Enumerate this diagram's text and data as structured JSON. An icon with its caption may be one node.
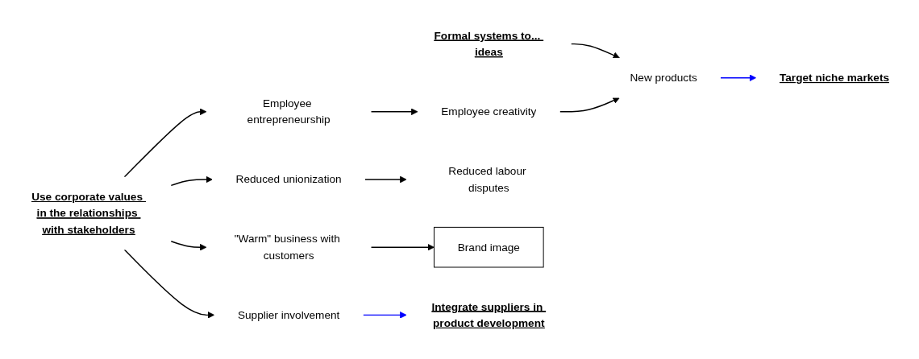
{
  "diagram": {
    "nodes": [
      {
        "text": [
          "Formal systems to... ideas"
        ]
      },
      {
        "text": [
          "Employee entrepreneurship"
        ]
      },
      {
        "text": [
          "Employee creativity"
        ]
      },
      {
        "text": [
          "New products"
        ]
      },
      {
        "text": [
          "Target niche markets"
        ]
      },
      {
        "text": [
          "Use corporate values in the relationships with stakeholders"
        ]
      },
      {
        "text": [
          "Reduced unionization"
        ]
      },
      {
        "text": [
          "Reduced labour disputes"
        ]
      },
      {
        "text": [
          "\"Warm\" business with customers"
        ]
      },
      {
        "text": [
          "Brand image"
        ]
      },
      {
        "text": [
          "Supplier involvement"
        ]
      },
      {
        "text": [
          "Integrate suppliers in product development"
        ]
      }
    ],
    "edges": [
      {
        "from": 0,
        "to": 3,
        "arrow": "to"
      },
      {
        "from": 5,
        "to": 1,
        "arrow": "to"
      },
      {
        "from": 1,
        "to": 2,
        "arrow": "to"
      },
      {
        "from": 2,
        "to": 3,
        "arrow": "to"
      },
      {
        "from": 3,
        "to": 4,
        "arrow": "to",
        "color": "#0000ff"
      },
      {
        "from": 5,
        "to": 6,
        "arrow": "to"
      },
      {
        "from": 6,
        "to": 7,
        "arrow": "to"
      },
      {
        "from": 5,
        "to": 8,
        "arrow": "to"
      },
      {
        "from": 8,
        "to": 9,
        "arrow": "to"
      },
      {
        "from": 5,
        "to": 10,
        "arrow": "to"
      },
      {
        "from": 10,
        "to": 11,
        "arrow": "to",
        "color": "#0000ff"
      }
    ]
  }
}
